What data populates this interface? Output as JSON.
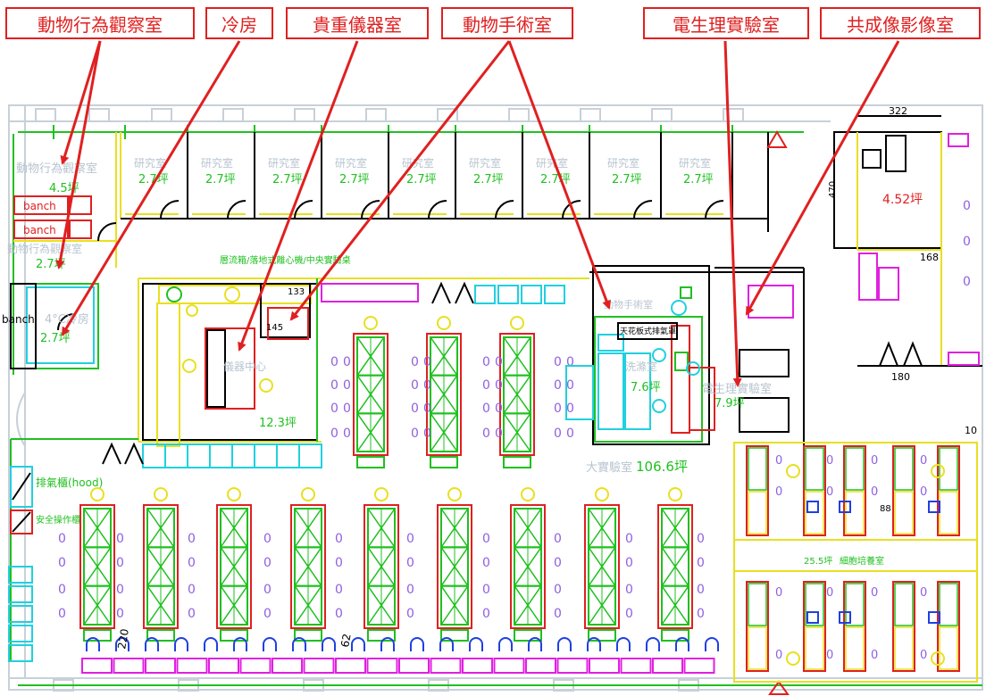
{
  "callouts": [
    {
      "label": "動物行為觀察室"
    },
    {
      "label": "冷房"
    },
    {
      "label": "貴重儀器室"
    },
    {
      "label": "動物手術室"
    },
    {
      "label": "電生理實驗室"
    },
    {
      "label": "共成像影像室"
    }
  ],
  "rooms": {
    "behavior_room_label": "動物行為觀察室",
    "behavior_room_area": "4.5坪",
    "behavior_room2_label": "動物行為觀察室",
    "behavior_room2_area": "2.7坪",
    "bench_1": "banch",
    "bench_2": "banch",
    "bench_3": "banch",
    "research_label": "研究室",
    "research_area": "2.7坪",
    "cold_room_label": "4°C冷房",
    "cold_room_area": "2.7坪",
    "instrument_center": "儀器中心",
    "instrument_area": "12.3坪",
    "instrument_note": "層流箱/落地式離心機/中央實驗桌",
    "surgery_label": "動物手術室",
    "cage_rack": "天花板式排氣罩",
    "wash_room_label": "洗滌室",
    "wash_room_area": "7.6坪",
    "ephys_label": "電生理實驗室",
    "ephys_area": "7.9坪",
    "main_lab_label": "大實驗室",
    "main_lab_area": "106.6坪",
    "hood_label": "排氣櫃(hood)",
    "safety_cabinet": "安全操作櫃",
    "office_area": "4.52坪",
    "sub_lab_label": "細胞培養室",
    "sub_lab_area": "25.5坪",
    "top_dim": "322",
    "side_dim": "470",
    "dim_168": "168",
    "dim_180": "180",
    "dim_145": "145",
    "dim_133": "133",
    "dim_10": "10",
    "dim_88": "88",
    "dim_220": "220",
    "dim_62": "62"
  },
  "colors": {
    "callout": "#e02020",
    "arrow": "#e02020",
    "wall": "#c8d0d8",
    "green": "#20c020",
    "yellow": "#e8e020",
    "magenta": "#e020e0",
    "cyan": "#20d0e0",
    "purple": "#9060e0",
    "blue": "#2040e0",
    "black": "#000000"
  }
}
